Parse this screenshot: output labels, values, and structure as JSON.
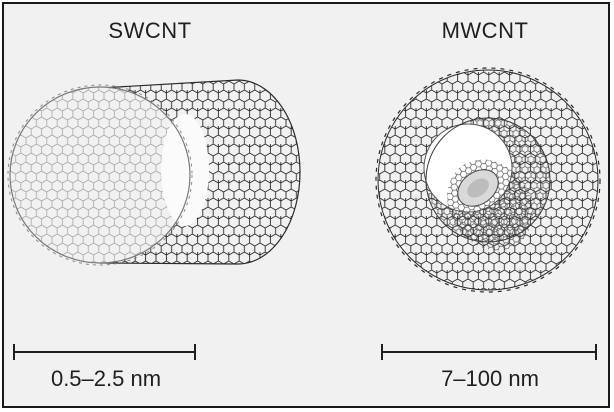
{
  "panels": [
    {
      "title": "SWCNT",
      "diameter_label": "0.5–2.5 nm"
    },
    {
      "title": "MWCNT",
      "diameter_label": "7–100 nm"
    }
  ],
  "colors": {
    "background": "#f1f1f1",
    "border": "#1a1a1a",
    "lattice": "#2a2a2a",
    "lattice_light": "#9a9a9a",
    "text": "#1f1f1f"
  },
  "icons": {
    "swcnt": "single-wall-carbon-nanotube",
    "mwcnt": "multi-wall-carbon-nanotube",
    "scale_bar": "dimension-bar"
  }
}
